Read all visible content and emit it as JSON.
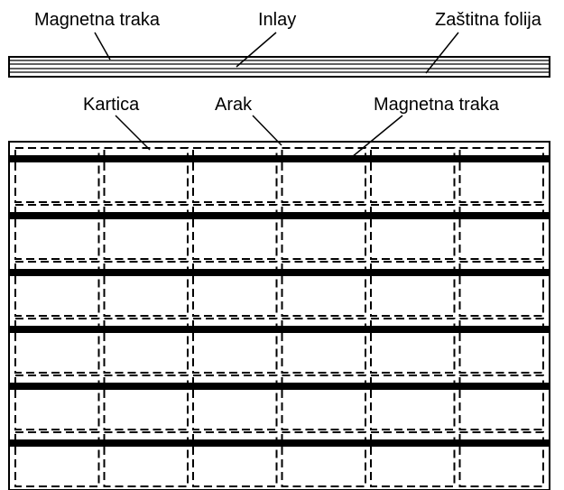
{
  "top_labels": {
    "magnetic_strip": "Magnetna traka",
    "inlay": "Inlay",
    "protective_film": "Zaštitna folija"
  },
  "sheet_labels": {
    "card": "Kartica",
    "sheet": "Arak",
    "magnetic_strip": "Magnetna traka"
  },
  "layout_counts": {
    "card_columns": 6,
    "card_rows": 6
  },
  "colors": {
    "line": "#000000",
    "background": "#ffffff"
  }
}
